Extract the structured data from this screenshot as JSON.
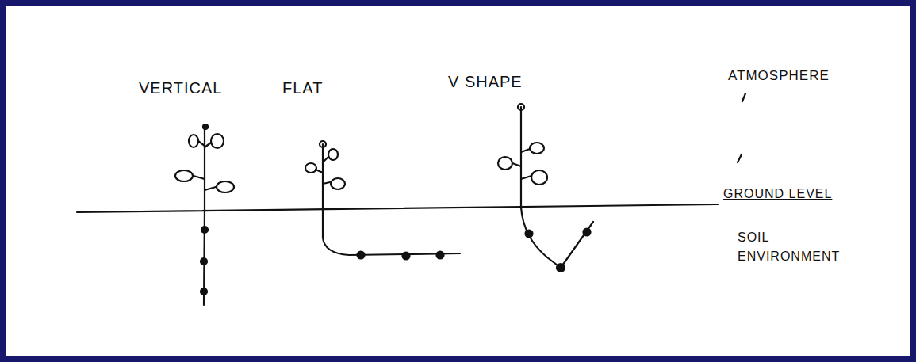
{
  "diagram": {
    "labels": [
      "VERTICAL",
      "FLAT",
      "V SHAPE",
      "ATMOSPHERE",
      "GROUND LEVEL",
      "SOIL ENVIRONMENT"
    ]
  }
}
